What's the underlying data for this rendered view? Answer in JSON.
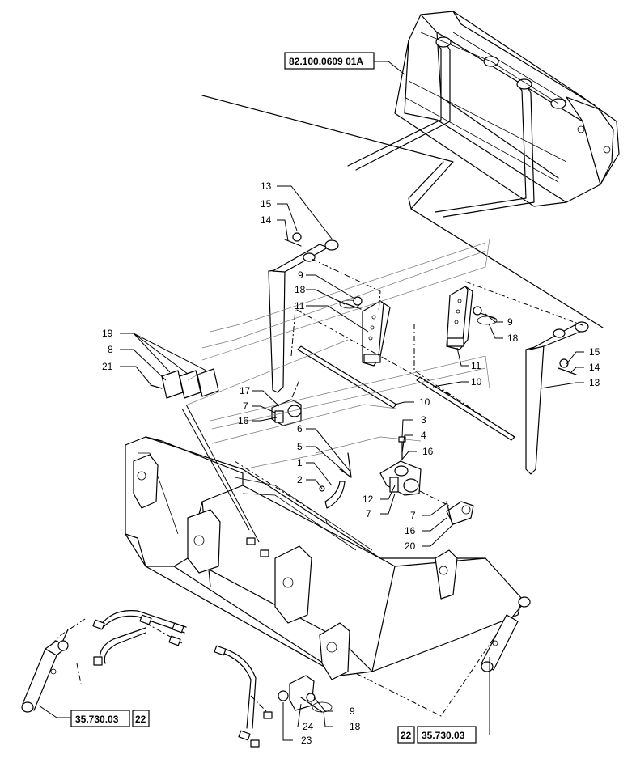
{
  "references": {
    "top": "82.100.0609 01A",
    "left_code": "35.730.03",
    "left_num": "22",
    "right_num": "22",
    "right_code": "35.730.03"
  },
  "callouts": [
    {
      "id": "c13a",
      "text": "13"
    },
    {
      "id": "c15a",
      "text": "15"
    },
    {
      "id": "c14a",
      "text": "14"
    },
    {
      "id": "c9a",
      "text": "9"
    },
    {
      "id": "c18a",
      "text": "18"
    },
    {
      "id": "c11a",
      "text": "11"
    },
    {
      "id": "c19",
      "text": "19"
    },
    {
      "id": "c8",
      "text": "8"
    },
    {
      "id": "c21",
      "text": "21"
    },
    {
      "id": "c17",
      "text": "17"
    },
    {
      "id": "c7a",
      "text": "7"
    },
    {
      "id": "c16a",
      "text": "16"
    },
    {
      "id": "c9b",
      "text": "9"
    },
    {
      "id": "c18b",
      "text": "18"
    },
    {
      "id": "c11b",
      "text": "11"
    },
    {
      "id": "c10a",
      "text": "10"
    },
    {
      "id": "c10b",
      "text": "10"
    },
    {
      "id": "c15b",
      "text": "15"
    },
    {
      "id": "c14b",
      "text": "14"
    },
    {
      "id": "c13b",
      "text": "13"
    },
    {
      "id": "c6",
      "text": "6"
    },
    {
      "id": "c5",
      "text": "5"
    },
    {
      "id": "c1",
      "text": "1"
    },
    {
      "id": "c2",
      "text": "2"
    },
    {
      "id": "c3",
      "text": "3"
    },
    {
      "id": "c4",
      "text": "4"
    },
    {
      "id": "c16b",
      "text": "16"
    },
    {
      "id": "c12",
      "text": "12"
    },
    {
      "id": "c7b",
      "text": "7"
    },
    {
      "id": "c7c",
      "text": "7"
    },
    {
      "id": "c16c",
      "text": "16"
    },
    {
      "id": "c20",
      "text": "20"
    },
    {
      "id": "c9c",
      "text": "9"
    },
    {
      "id": "c18c",
      "text": "18"
    },
    {
      "id": "c24",
      "text": "24"
    },
    {
      "id": "c23",
      "text": "23"
    }
  ]
}
